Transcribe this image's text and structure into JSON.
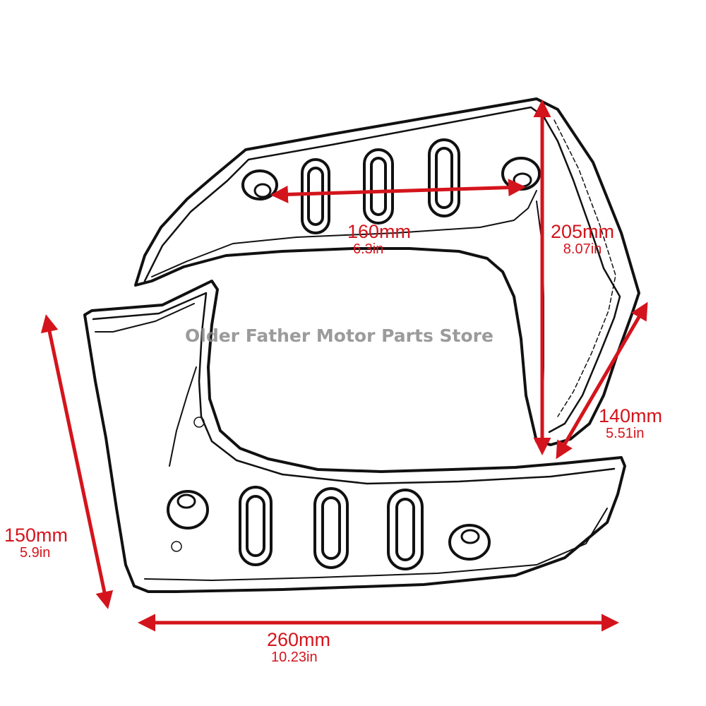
{
  "watermark": "Older Father Motor Parts Store",
  "colors": {
    "dimension": "#d4141c",
    "outline": "#111111",
    "watermark": "#8a8a8a"
  },
  "dimensions": {
    "hole_spacing": {
      "mm": "160mm",
      "inch": "6.3in"
    },
    "upper_height": {
      "mm": "205mm",
      "inch": "8.07in"
    },
    "side_length": {
      "mm": "140mm",
      "inch": "5.51in"
    },
    "lower_height": {
      "mm": "150mm",
      "inch": "5.9in"
    },
    "total_width": {
      "mm": "260mm",
      "inch": "10.23in"
    }
  }
}
